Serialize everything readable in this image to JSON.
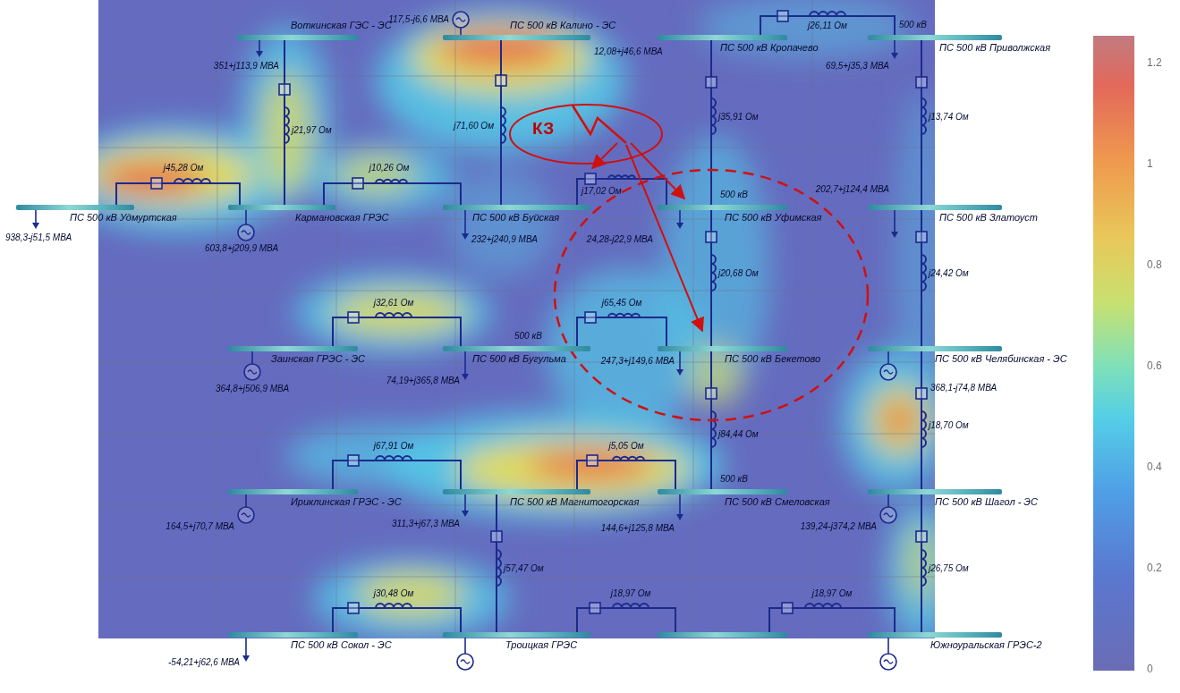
{
  "diagram": {
    "nodes": [
      {
        "text": [
          "Воткинская ГЭС - ЭС"
        ]
      },
      {
        "text": [
          "ПС 500 кВ Калино - ЭС"
        ]
      },
      {
        "text": [
          "ПС 500 кВ Кропачево"
        ]
      },
      {
        "text": [
          "ПС 500 кВ Приволжская"
        ]
      },
      {
        "text": [
          "ПС 500 кВ Удмуртская"
        ]
      },
      {
        "text": [
          "Кармановская ГРЭС"
        ]
      },
      {
        "text": [
          "ПС 500 кВ Буйская"
        ]
      },
      {
        "text": [
          "ПС 500 кВ Уфимская"
        ]
      },
      {
        "text": [
          "ПС 500 кВ Златоуст"
        ]
      },
      {
        "text": [
          "Заинская ГРЭС - ЭС"
        ]
      },
      {
        "text": [
          "ПС 500 кВ Бугульма"
        ]
      },
      {
        "text": [
          "ПС 500 кВ Бекетово"
        ]
      },
      {
        "text": [
          "ПС 500 кВ Челябинская - ЭС"
        ]
      },
      {
        "text": [
          "Ириклинская ГРЭС - ЭС"
        ]
      },
      {
        "text": [
          "ПС 500 кВ Магнитогорская"
        ]
      },
      {
        "text": [
          "ПС 500 кВ Смеловская"
        ]
      },
      {
        "text": [
          "ПС 500 кВ Шагол - ЭС"
        ]
      },
      {
        "text": [
          "ПС 500 кВ Сокол - ЭС"
        ]
      },
      {
        "text": [
          "Троицкая ГРЭС"
        ]
      },
      {
        "text": [
          "Южноуральская ГРЭС-2"
        ]
      }
    ],
    "edges": [
      {
        "from": 4,
        "to": 5,
        "arrow": "none",
        "label": "j45,28 Ом"
      },
      {
        "from": 0,
        "to": 5,
        "arrow": "none",
        "label": "j21,97 Ом"
      },
      {
        "from": 5,
        "to": 6,
        "arrow": "none",
        "label": "j10,26 Ом"
      },
      {
        "from": 1,
        "to": 6,
        "arrow": "none",
        "label": "j71,60 Ом"
      },
      {
        "from": 6,
        "to": 7,
        "arrow": "none",
        "label": "j17,02 Ом"
      },
      {
        "from": 2,
        "to": 3,
        "arrow": "none",
        "label": "j26,11 Ом"
      },
      {
        "from": 2,
        "to": 7,
        "arrow": "none",
        "label": "j35,91 Ом"
      },
      {
        "from": 3,
        "to": 8,
        "arrow": "none",
        "label": "j13,74 Ом"
      },
      {
        "from": 7,
        "to": 11,
        "arrow": "none",
        "label": "j20,68 Ом"
      },
      {
        "from": 8,
        "to": 12,
        "arrow": "none",
        "label": "j24,42 Ом"
      },
      {
        "from": 9,
        "to": 10,
        "arrow": "none",
        "label": "j32,61 Ом"
      },
      {
        "from": 10,
        "to": 11,
        "arrow": "none",
        "label": "j65,45 Ом"
      },
      {
        "from": 11,
        "to": 15,
        "arrow": "none",
        "label": "j84,44 Ом"
      },
      {
        "from": 12,
        "to": 16,
        "arrow": "none",
        "label": "j18,70 Ом"
      },
      {
        "from": 13,
        "to": 14,
        "arrow": "none",
        "label": "j67,91 Ом"
      },
      {
        "from": 14,
        "to": 15,
        "arrow": "none",
        "label": "j5,05 Ом"
      },
      {
        "from": 14,
        "to": 18,
        "arrow": "none",
        "label": "j57,47 Ом"
      },
      {
        "from": 17,
        "to": 18,
        "arrow": "none",
        "label": "j30,48 Ом"
      },
      {
        "from": 16,
        "to": 19,
        "arrow": "none",
        "label": "j26,75 Ом"
      }
    ],
    "labels": [
      "351+j113,9 МВА",
      "117,5-j6,6 МВА",
      "12,08+j46,6 МВА",
      "500 кВ",
      "69,5+j35,3 МВА",
      "КЗ",
      "938,3-j51,5 МВА",
      "603,8+j209,9 МВА",
      "232+j240,9 МВА",
      "500 кВ",
      "24,28-j22,9 МВА",
      "202,7+j124,4 МВА",
      "500 кВ",
      "364,8+j506,9 МВА",
      "74,19+j365,8 МВА",
      "247,3+j149,6 МВА",
      "368,1-j74,8 МВА",
      "500 кВ",
      "164,5+j70,7 МВА",
      "311,3+j67,3 МВА",
      "144,6+j125,8 МВА",
      "139,24-j374,2 МВА",
      "-54,21+j62,6 МВА",
      "j18,97 Ом",
      "j18,97 Ом",
      "1.2",
      "1",
      "0.8",
      "0.6",
      "0.4",
      "0.2",
      "0"
    ]
  }
}
